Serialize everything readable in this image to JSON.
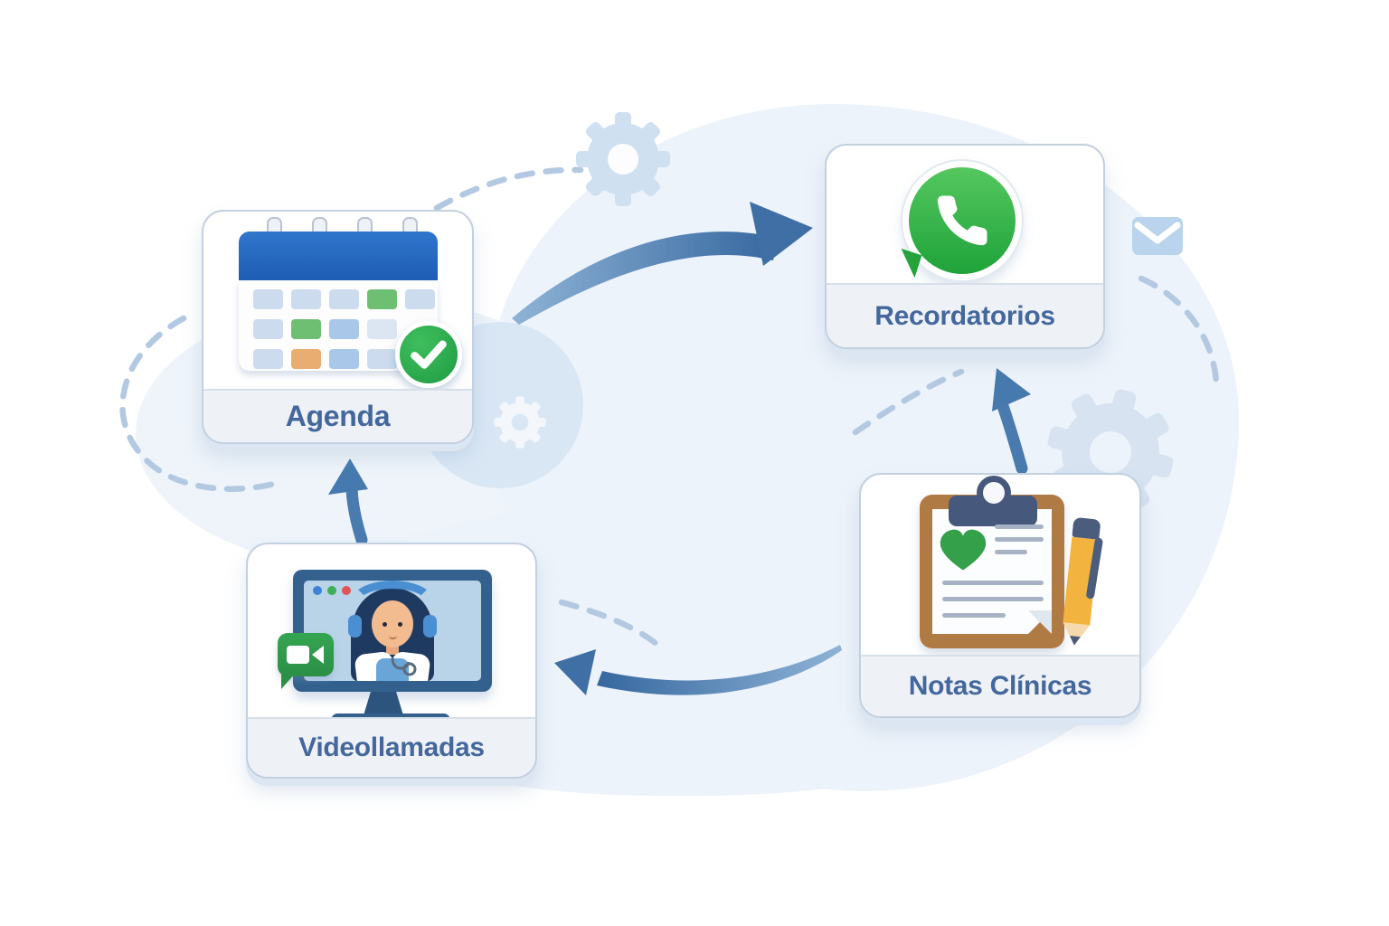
{
  "diagram": {
    "description": "Healthcare workflow cycle illustration",
    "nodes": [
      {
        "id": "agenda",
        "label": "Agenda",
        "icon": "calendar-check-icon"
      },
      {
        "id": "recordatorios",
        "label": "Recordatorios",
        "icon": "whatsapp-icon"
      },
      {
        "id": "notas",
        "label": "Notas Clínicas",
        "icon": "clipboard-pencil-icon"
      },
      {
        "id": "videollamadas",
        "label": "Videollamadas",
        "icon": "video-call-icon"
      }
    ],
    "edges": [
      {
        "from": "agenda",
        "to": "recordatorios",
        "style": "curved-solid-arrow"
      },
      {
        "from": "notas",
        "to": "recordatorios",
        "style": "curved-solid-arrow"
      },
      {
        "from": "notas",
        "to": "videollamadas",
        "style": "curved-solid-arrow"
      },
      {
        "from": "videollamadas",
        "to": "agenda",
        "style": "curved-solid-arrow"
      }
    ],
    "decorations": [
      "gear-icon-top",
      "gear-icon-center",
      "gear-icon-right",
      "envelope-icon",
      "dashed-arcs",
      "cloud-blobs"
    ]
  },
  "colors": {
    "card_background": "#ffffff",
    "card_border": "#c3d0e0",
    "footer_background": "#eef2f7",
    "label_text": "#44679c",
    "arrow_blue": "#4a7bae",
    "dash_blue": "#b3c9e2",
    "whatsapp_green": "#2bae45",
    "check_green": "#27a845",
    "calendar_blue": "#2468c0",
    "clipboard_brown": "#b07a45",
    "pencil_yellow": "#f2b43e",
    "monitor_blue": "#33608c",
    "blob_blue": "#edf3fa"
  }
}
